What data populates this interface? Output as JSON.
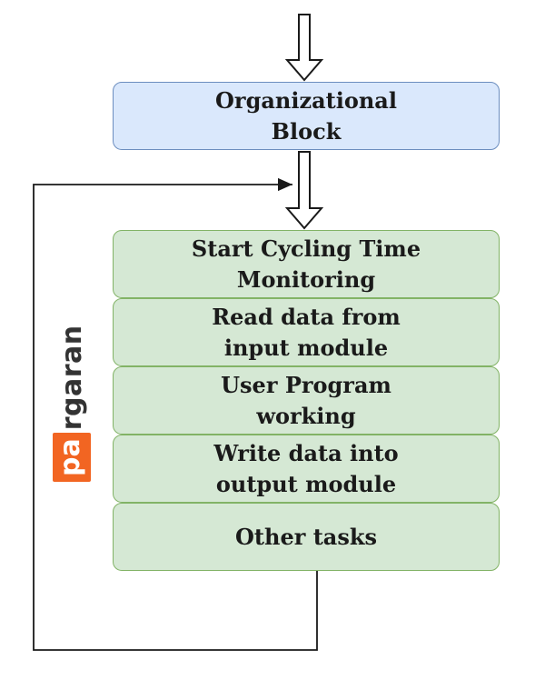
{
  "diagram": {
    "top_block": {
      "label": "Organizational\nBlock",
      "fill": "#dae8fc",
      "stroke": "#6c8ebf"
    },
    "steps": [
      {
        "label": "Start Cycling Time\nMonitoring"
      },
      {
        "label": "Read data from\ninput module"
      },
      {
        "label": "User Program\nworking"
      },
      {
        "label": "Write data into\noutput module"
      },
      {
        "label": "Other tasks"
      }
    ],
    "step_fill": "#d5e8d4",
    "step_stroke": "#82b366",
    "line_color": "#1a1a1a"
  },
  "watermark": {
    "highlight": "pa",
    "rest": "rgaran",
    "accent": "#f26522"
  }
}
